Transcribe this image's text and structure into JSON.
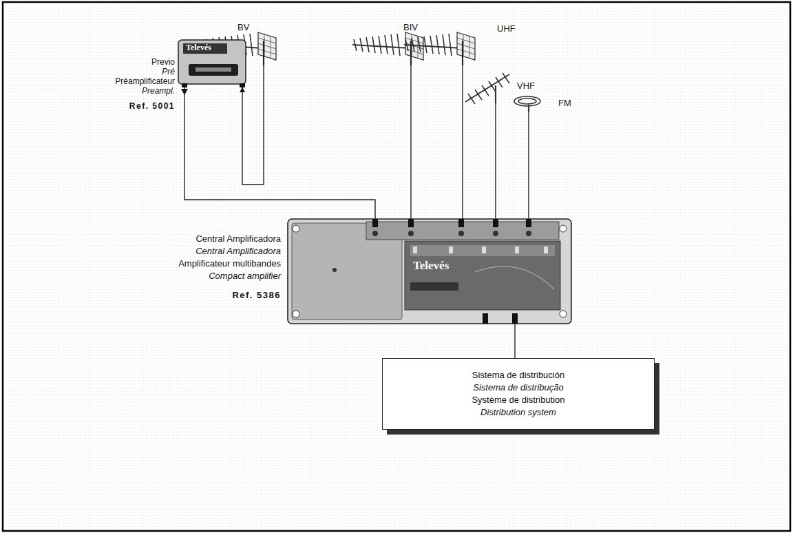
{
  "diagram": {
    "nodes": [
      {
        "text": [
          "BV"
        ]
      },
      {
        "text": [
          "BIV"
        ]
      },
      {
        "text": [
          "UHF"
        ]
      },
      {
        "text": [
          "Previo",
          "Pré",
          "Préamplificateur",
          "Preampl.",
          "Ref. 5001"
        ]
      },
      {
        "text": [
          "VHF"
        ]
      },
      {
        "text": [
          "FM"
        ]
      },
      {
        "text": [
          "Central Amplificadora",
          "Central Amplificadora",
          "Amplificateur multibandes",
          "Compact amplifier",
          "Ref. 5386"
        ]
      },
      {
        "text": [
          "Sistema de distribución",
          "Sistema de distribução",
          "Système de distribution",
          "Distribution system"
        ]
      }
    ],
    "edges": [
      {
        "from": 0,
        "to": 3,
        "arrow": "to"
      },
      {
        "from": 3,
        "to": 6,
        "arrow": "none"
      },
      {
        "from": 1,
        "to": 6,
        "arrow": "none"
      },
      {
        "from": 2,
        "to": 6,
        "arrow": "none"
      },
      {
        "from": 4,
        "to": 6,
        "arrow": "none"
      },
      {
        "from": 5,
        "to": 6,
        "arrow": "none"
      },
      {
        "from": 6,
        "to": 7,
        "arrow": "none"
      }
    ],
    "labels": [
      "Televés",
      "Televés"
    ]
  }
}
